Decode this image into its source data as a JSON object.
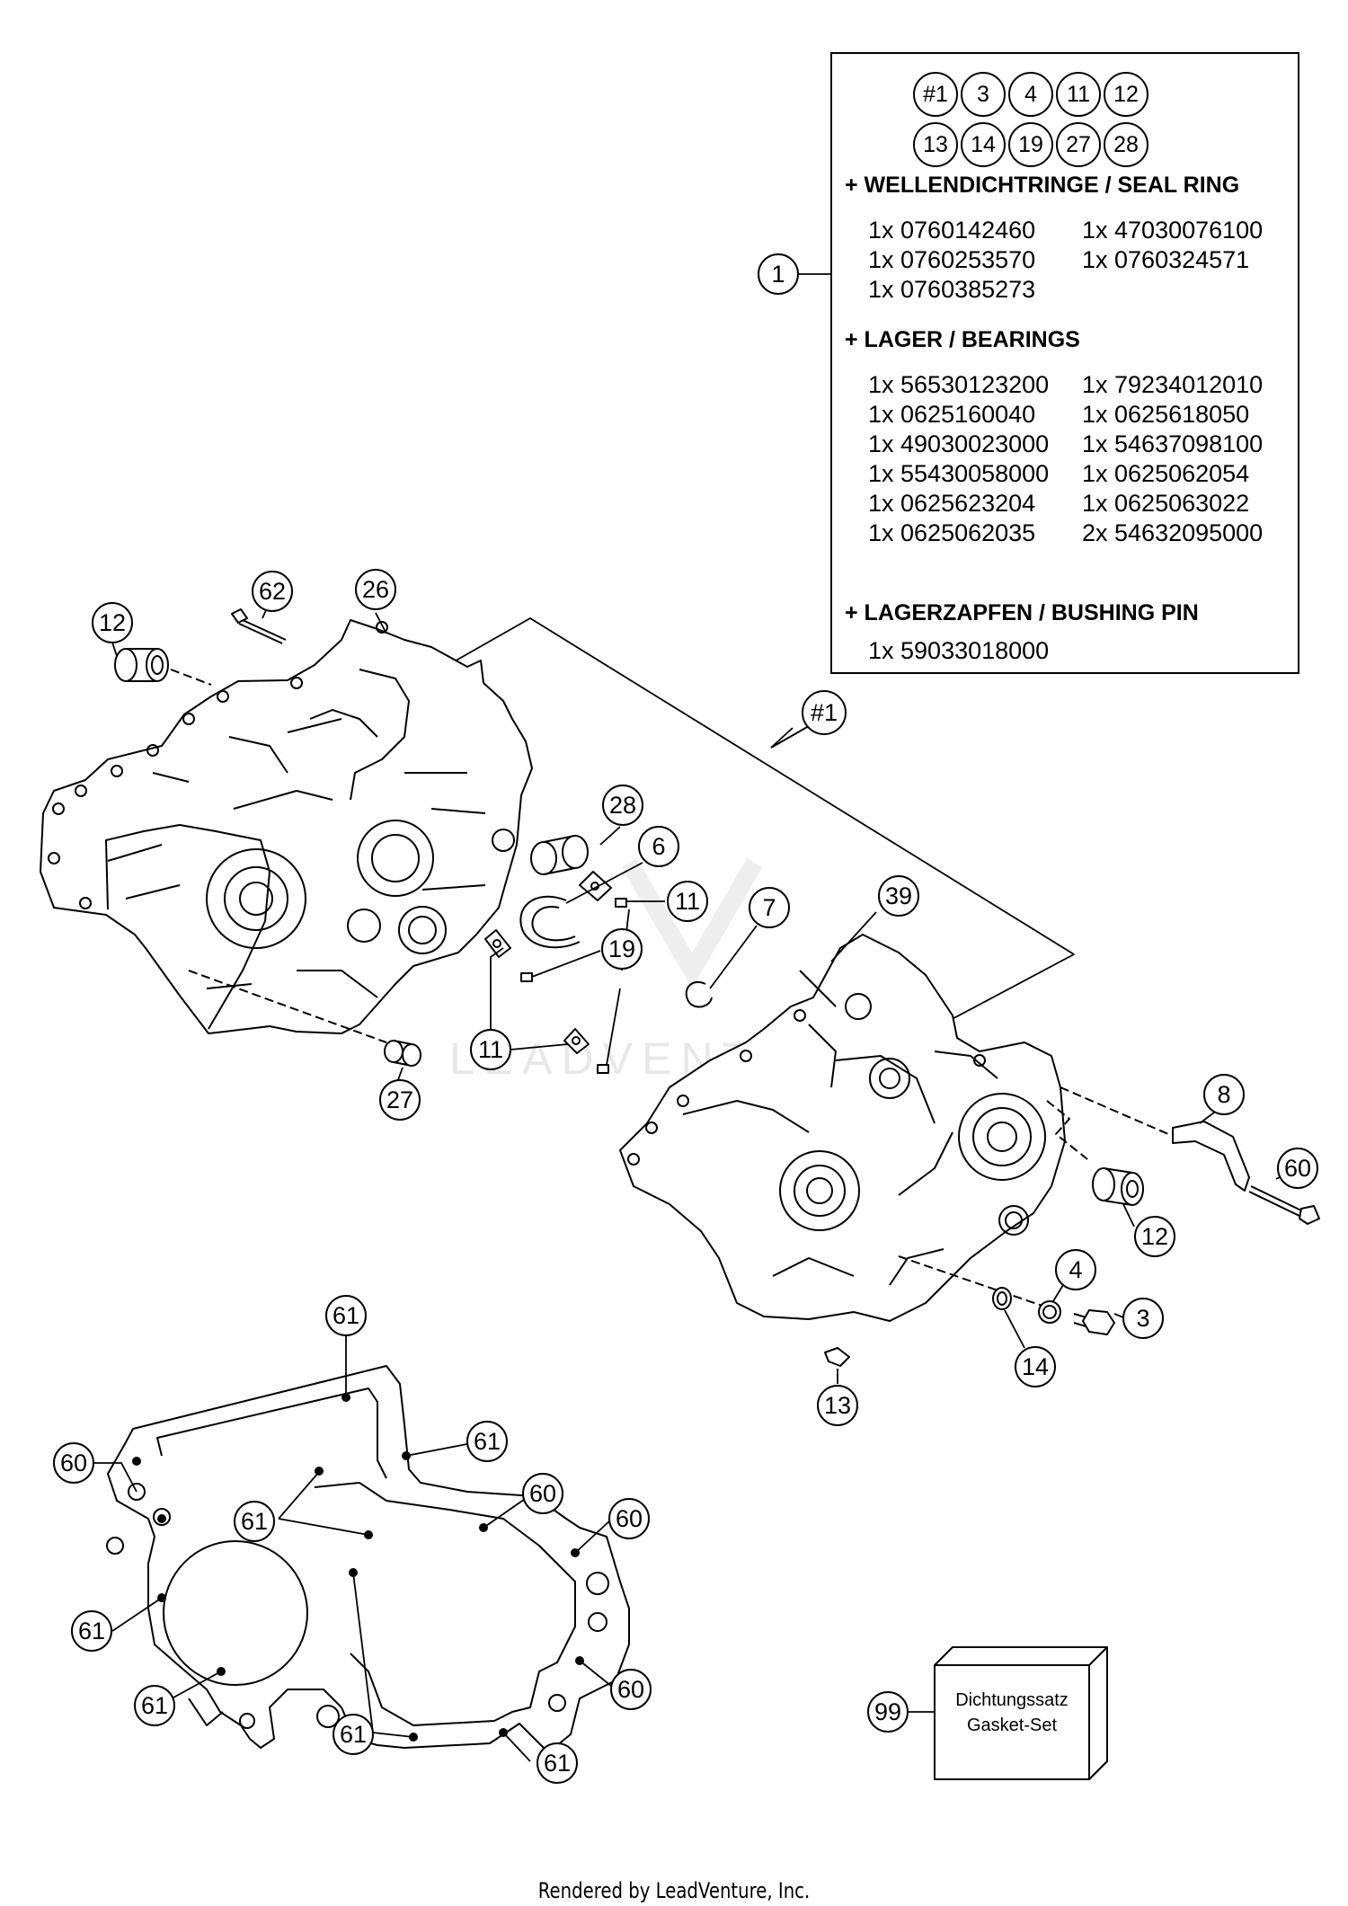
{
  "kit_box": {
    "row1": [
      "#1",
      "3",
      "4",
      "11",
      "12"
    ],
    "row2": [
      "13",
      "14",
      "19",
      "27",
      "28"
    ],
    "sections": [
      {
        "title": "+ WELLENDICHTRINGE / SEAL RING",
        "items": [
          "1x 0760142460",
          "1x 47030076100",
          "1x 0760253570",
          "1x 0760324571",
          "1x 0760385273",
          ""
        ]
      },
      {
        "title": "+ LAGER / BEARINGS",
        "items": [
          "1x 56530123200",
          "1x 79234012010",
          "1x 0625160040",
          "1x 0625618050",
          "1x 49030023000",
          "1x 54637098100",
          "1x 55430058000",
          "1x 0625062054",
          "1x 0625623204",
          "1x 0625063022",
          "1x 0625062035",
          "2x 54632095000"
        ]
      },
      {
        "title": "+ LAGERZAPFEN / BUSHING PIN",
        "items": [
          "1x 59033018000"
        ]
      }
    ]
  },
  "callouts": {
    "c1": "1",
    "c12a": "12",
    "c62": "62",
    "c26": "26",
    "c1hash": "#1",
    "c28": "28",
    "c6": "6",
    "c11a": "11",
    "c7": "7",
    "c39": "39",
    "c19": "19",
    "c11b": "11",
    "c27": "27",
    "c8": "8",
    "c60a": "60",
    "c12b": "12",
    "c4": "4",
    "c3": "3",
    "c14": "14",
    "c13": "13",
    "c61a": "61",
    "c60b": "60",
    "c61b": "61",
    "c61c": "61",
    "c60c": "60",
    "c60d": "60",
    "c61d": "61",
    "c61e": "61",
    "c60e": "60",
    "c61f": "61",
    "c61g": "61",
    "c99": "99"
  },
  "gasket_set": {
    "line1": "Dichtungssatz",
    "line2": "Gasket-Set"
  },
  "watermark": "LEADVENTURE",
  "footer": "Rendered by LeadVenture, Inc."
}
